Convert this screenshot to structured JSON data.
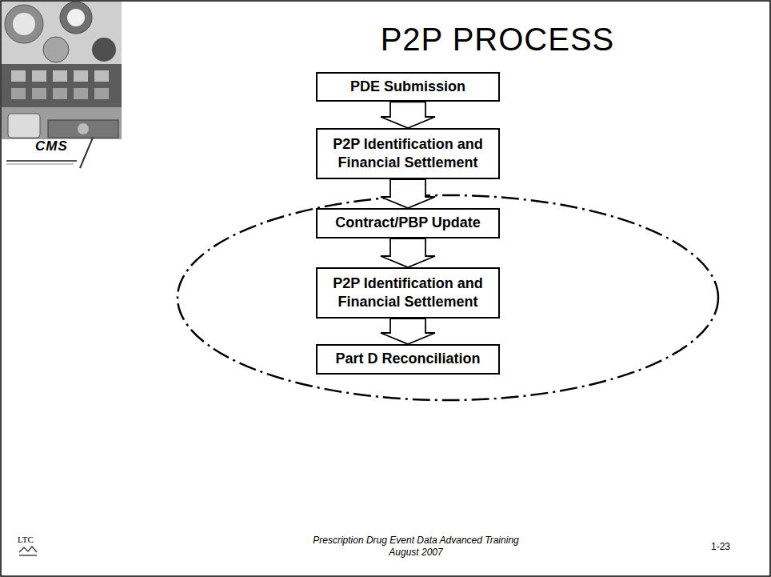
{
  "diagram": {
    "title": "P2P PROCESS",
    "nodes": [
      {
        "text": [
          "PDE Submission"
        ]
      },
      {
        "text": [
          "P2P Identification and Financial Settlement"
        ]
      },
      {
        "text": [
          "Contract/PBP Update"
        ]
      },
      {
        "text": [
          "P2P Identification and Financial Settlement"
        ]
      },
      {
        "text": [
          "Part D Reconciliation"
        ]
      }
    ],
    "edges": [
      {
        "from": 0,
        "to": 1,
        "arrow": "to"
      },
      {
        "from": 1,
        "to": 2,
        "arrow": "to"
      },
      {
        "from": 2,
        "to": 3,
        "arrow": "to"
      },
      {
        "from": 3,
        "to": 4,
        "arrow": "to"
      }
    ],
    "labels": [
      "CMS",
      "LTC",
      "Prescription Drug Event Data Advanced Training",
      "August 2007",
      "1-23"
    ]
  }
}
